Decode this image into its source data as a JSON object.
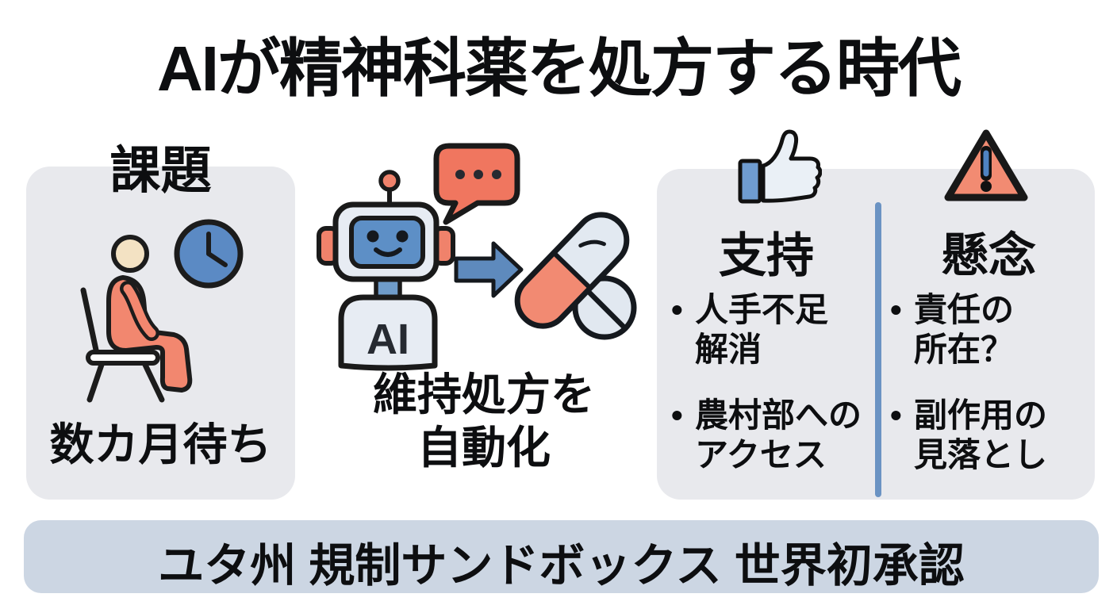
{
  "title": "AIが精神科薬を処方する時代",
  "ui": {
    "bullet": "•"
  },
  "left_panel": {
    "heading": "課題",
    "caption": "数カ月待ち",
    "icons": [
      "seated-person-icon",
      "chair-icon",
      "clock-icon"
    ]
  },
  "center": {
    "robot_label": "AI",
    "caption_line1": "維持処方を",
    "caption_line2": "自動化",
    "icons": [
      "robot-icon",
      "speech-bubble-icon",
      "arrow-right-icon",
      "capsule-icon",
      "tablet-icon"
    ]
  },
  "right_panel": {
    "support": {
      "icon": "thumbs-up-icon",
      "title": "支持",
      "items": [
        {
          "line1": "人手不足",
          "line2": "解消"
        },
        {
          "line1": "農村部への",
          "line2": "アクセス"
        }
      ]
    },
    "concern": {
      "icon": "warning-triangle-icon",
      "title": "懸念",
      "items": [
        {
          "line1": "責任の",
          "line2": "所在？"
        },
        {
          "line1": "副作用の",
          "line2": "見落とし"
        }
      ]
    }
  },
  "footer": {
    "text": "ユタ州 規制サンドボックス 世界初承認"
  },
  "colors": {
    "coral": "#f0826b",
    "steel_blue": "#5d8cc2",
    "panel_gray": "#e8e9ed",
    "footer_blue_gray": "#ccd6e3",
    "light_blue_gray": "#e5ebf2",
    "outline_black": "#1a1a1a",
    "skin": "#f3e2c3"
  }
}
